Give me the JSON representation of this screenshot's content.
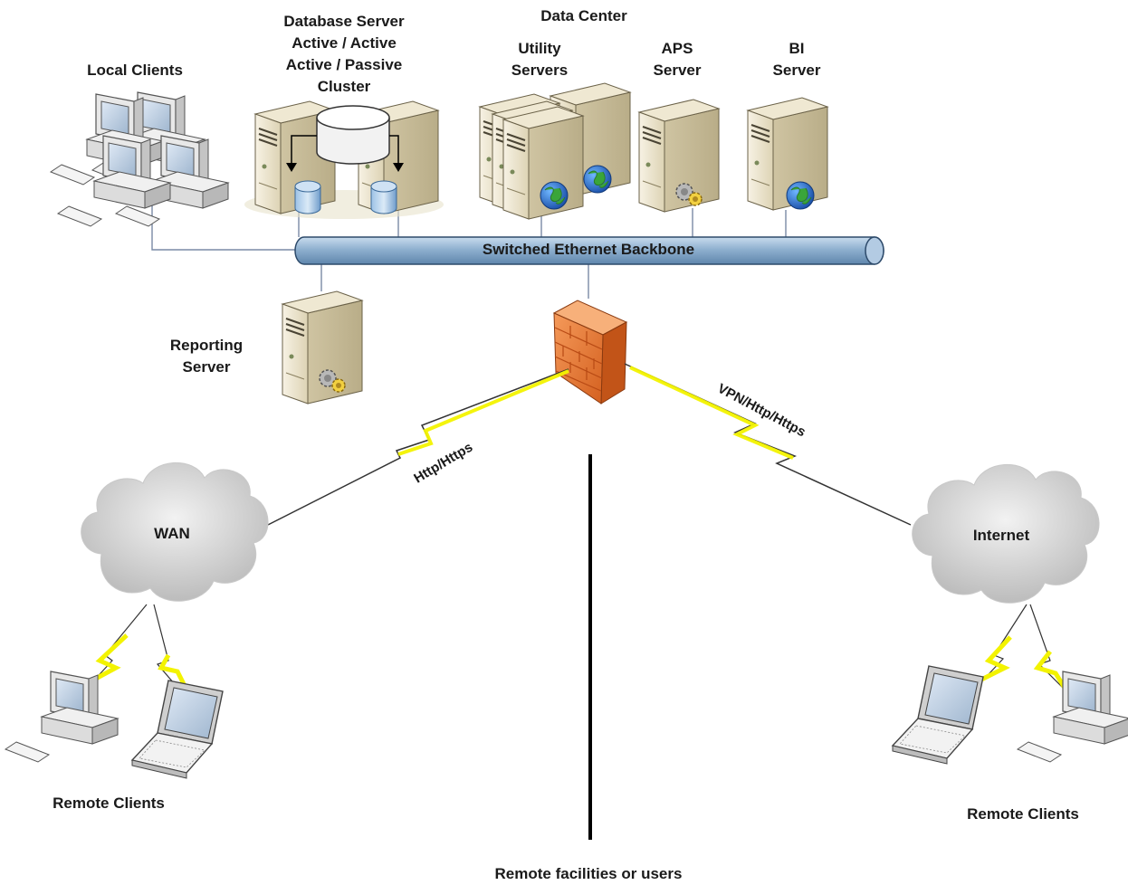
{
  "labels": {
    "local_clients": "Local Clients",
    "database_server": [
      "Database Server",
      "Active / Active",
      "Active / Passive",
      "Cluster"
    ],
    "data_center": "Data Center",
    "utility_servers": [
      "Utility",
      "Servers"
    ],
    "aps_server": [
      "APS",
      "Server"
    ],
    "bi_server": [
      "BI",
      "Server"
    ],
    "backbone": "Switched Ethernet Backbone",
    "reporting_server": [
      "Reporting",
      "Server"
    ],
    "http_https": "Http/Https",
    "vpn_http_https": "VPN/Http/Https",
    "wan": "WAN",
    "internet": "Internet",
    "remote_clients_left": "Remote Clients",
    "remote_clients_right": "Remote Clients",
    "remote_facilities": "Remote facilities or users"
  },
  "icons": [
    "desktop-computer-icon",
    "server-tower-icon",
    "database-icon",
    "globe-icon",
    "gears-icon",
    "firewall-icon",
    "cloud-icon",
    "laptop-icon",
    "lightning-bolt-icon"
  ],
  "colors": {
    "backbone": "#8fb0cf",
    "firewall": "#e87a3c",
    "lightning": "#f5f500",
    "server": "#ece4cc",
    "cloud": "#d0d0d0"
  }
}
